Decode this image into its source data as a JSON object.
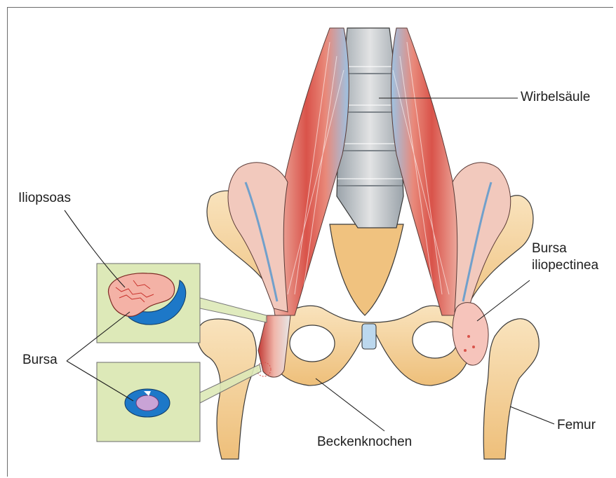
{
  "labels": {
    "wirbelsaeule": "Wirbelsäule",
    "iliopsoas": "Iliopsoas",
    "bursa_iliopectinea_line1": "Bursa",
    "bursa_iliopectinea_line2": "iliopectinea",
    "bursa": "Bursa",
    "beckenknochen": "Beckenknochen",
    "femur": "Femur"
  },
  "colors": {
    "bone": "#f6d7a8",
    "bone_shade": "#eeb86c",
    "muscle_red": "#d9534a",
    "muscle_light": "#efb3a0",
    "tendon_blue": "#3b8fd1",
    "spine_gray": "#c9cbcc",
    "inset_bg": "#dbe8b4",
    "bursa_blue": "#1d78c8",
    "bursa_purple": "#c9a3d6"
  }
}
